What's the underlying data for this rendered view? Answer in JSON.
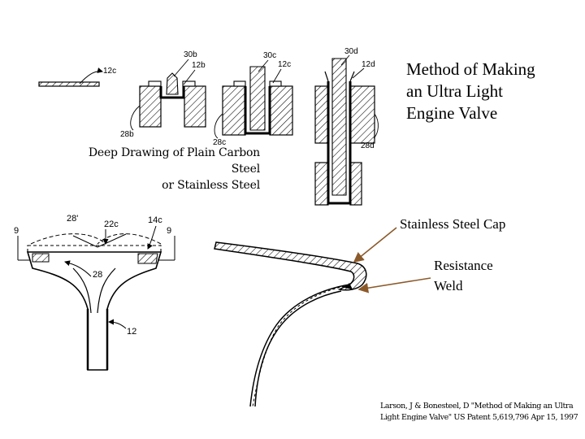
{
  "title": {
    "line1": "Method of Making",
    "line2": "an Ultra Light",
    "line3": "Engine Valve"
  },
  "caption": {
    "line1": "Deep Drawing of Plain Carbon Steel",
    "line2": "or Stainless Steel"
  },
  "annotations": {
    "cap": "Stainless Steel Cap",
    "weld_line1": "Resistance",
    "weld_line2": "Weld"
  },
  "citation": {
    "line1": "Larson, J & Bonesteel, D \"Method of Making an Ultra",
    "line2": "Light Engine Valve\" US Patent 5,619,796 Apr 15, 1997"
  },
  "figure_labels": {
    "l12c": "12c",
    "l30b": "30b",
    "l12b": "12b",
    "l28b": "28b",
    "l30c": "30c",
    "l12c_2": "12c",
    "l28c": "28c",
    "l30d": "30d",
    "l12d": "12d",
    "l28d": "28d",
    "l28deg": "28'",
    "l22c": "22c",
    "l14c": "14c",
    "l9_left": "9",
    "l9_right": "9",
    "l28": "28",
    "l12": "12"
  },
  "colors": {
    "arrow": "#8b5a2b",
    "ink": "#000000"
  }
}
